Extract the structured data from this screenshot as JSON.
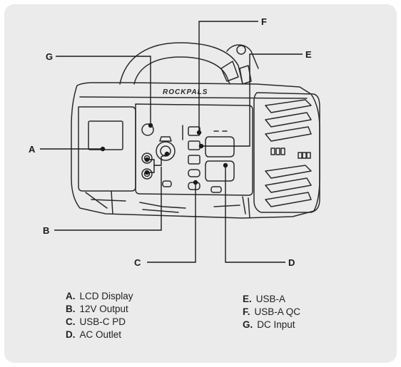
{
  "brand": "ROCKPALS",
  "callouts": {
    "A": "A",
    "B": "B",
    "C": "C",
    "D": "D",
    "E": "E",
    "F": "F",
    "G": "G"
  },
  "legend_left": [
    {
      "key": "A.",
      "label": "LCD Display"
    },
    {
      "key": "B.",
      "label": "12V Output"
    },
    {
      "key": "C.",
      "label": "USB-C PD"
    },
    {
      "key": "D.",
      "label": "AC Outlet"
    }
  ],
  "legend_right": [
    {
      "key": "E.",
      "label": "USB-A"
    },
    {
      "key": "F.",
      "label": "USB-A QC"
    },
    {
      "key": "G.",
      "label": "DC Input"
    }
  ],
  "colors": {
    "background": "#ebebeb",
    "line": "#2a2a2a",
    "callout_line": "#1a1a1a"
  }
}
